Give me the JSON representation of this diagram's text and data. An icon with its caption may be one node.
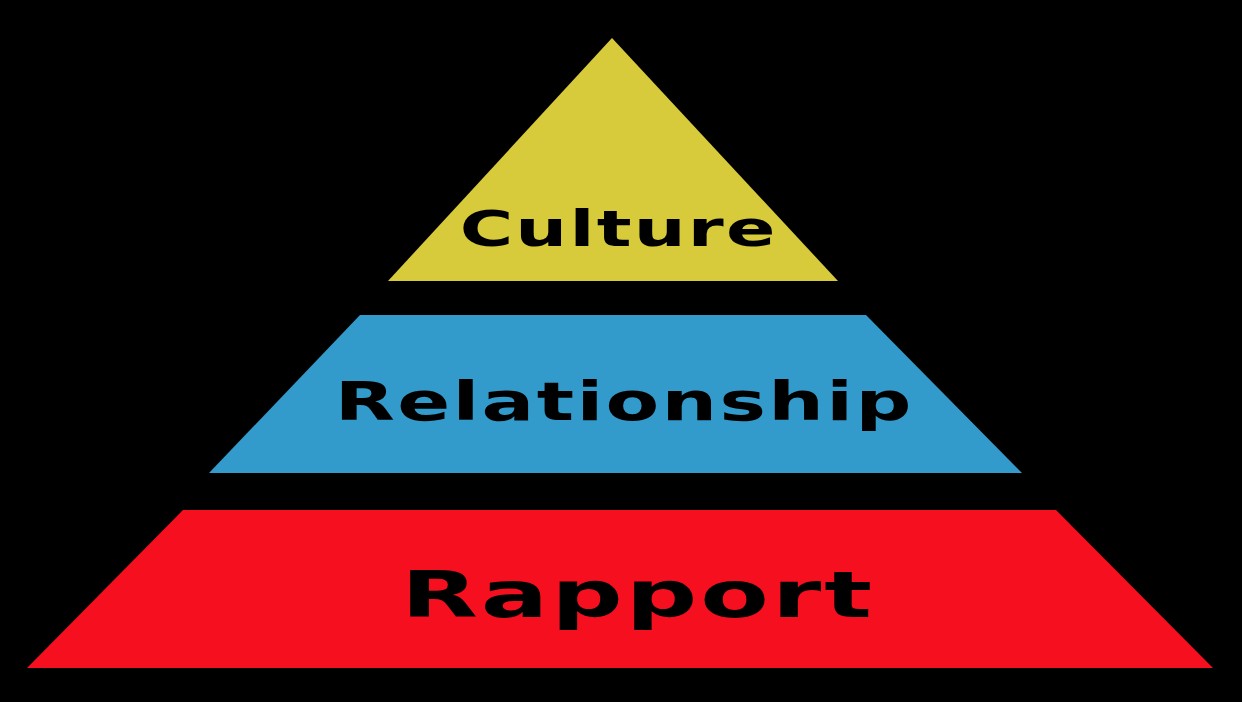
{
  "diagram": {
    "nodes": [
      {
        "text": [
          "Culture"
        ]
      },
      {
        "text": [
          "Relationship"
        ]
      },
      {
        "text": [
          "Rapport"
        ]
      }
    ]
  }
}
